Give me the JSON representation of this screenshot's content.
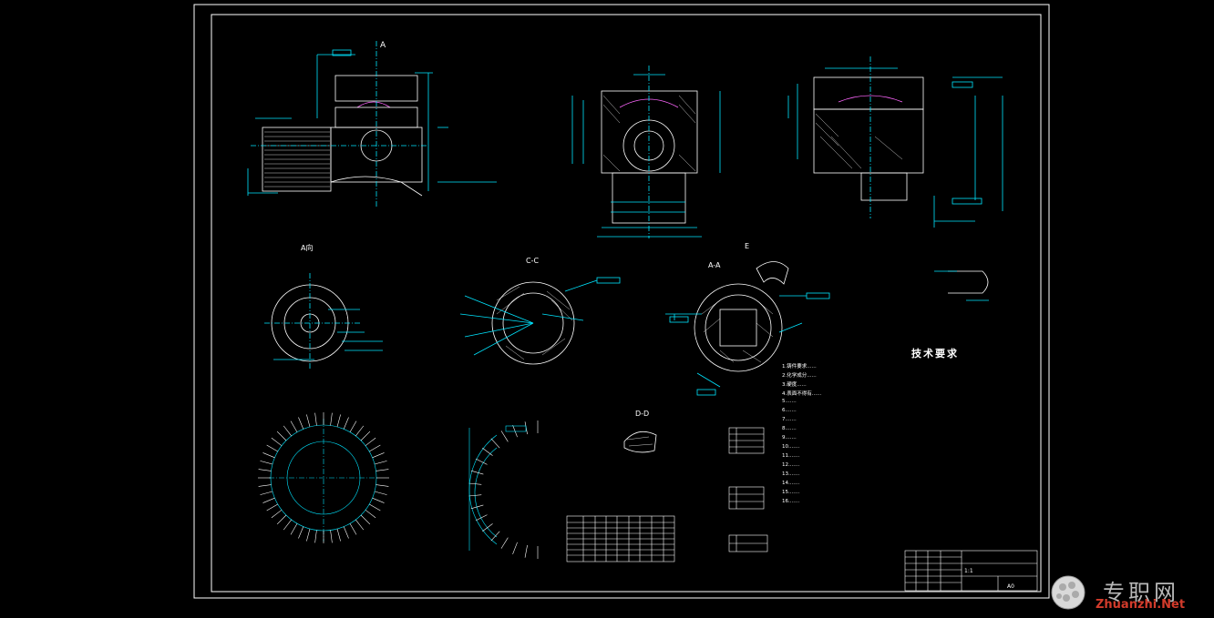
{
  "colors": {
    "frame": "#ffffff",
    "geometry": "#ffffff",
    "dimension": "#00e5ff",
    "hatch": "#ffffff",
    "accent": "#ff66ff",
    "centerline": "#00e5ff"
  },
  "views": {
    "label_a": "A",
    "label_a_view": "A向",
    "label_cc": "C-C",
    "label_aa": "A-A",
    "label_e": "E",
    "label_dd": "D-D"
  },
  "tech": {
    "title": "技术要求",
    "notes": [
      "1.铸件要求......",
      "2.化学成分......",
      "3.硬度......",
      "4.表面不得有......",
      "5.......",
      "6.......",
      "7.......",
      "8.......",
      "9.......",
      "10.......",
      "11.......",
      "12.......",
      "13.......",
      "14.......",
      "15.......",
      "16......."
    ]
  },
  "title_block": {
    "scale": "1:1",
    "sheet": "A0"
  },
  "watermark": {
    "cn": "专职网",
    "en": "Zhuanzhi.Net"
  }
}
